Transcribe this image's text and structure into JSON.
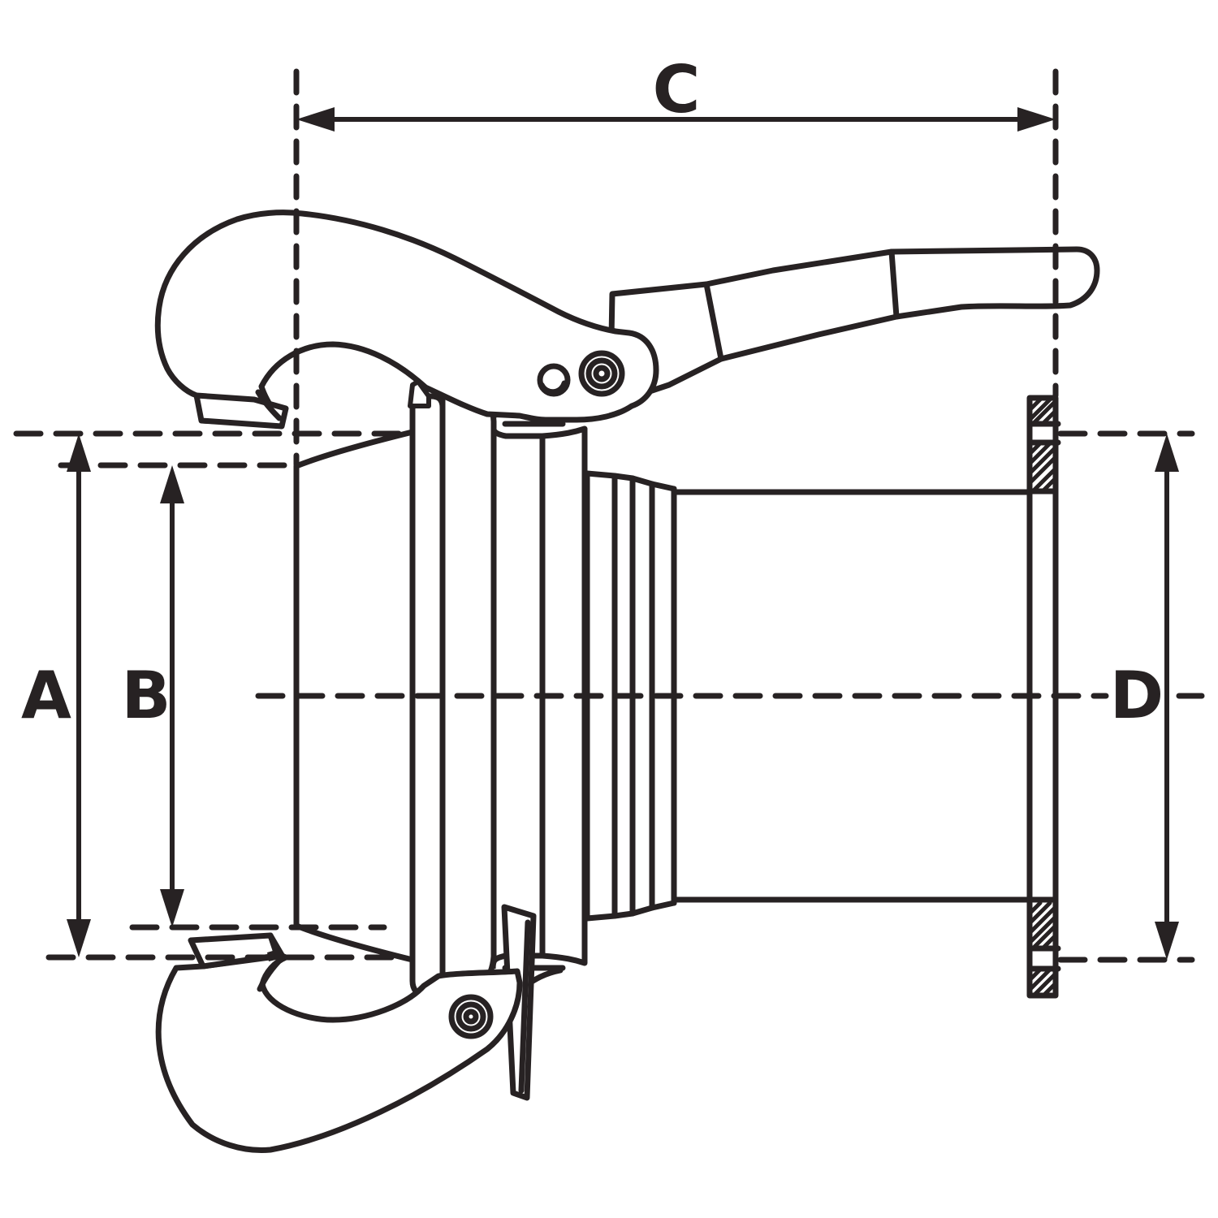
{
  "diagram": {
    "type": "technical-line-drawing",
    "subject": "lever-lock coupling with male flange end, side view with dimension lines",
    "ink_color": "#272223",
    "background_color": "#ffffff",
    "dimension_labels": {
      "a": "A",
      "b": "B",
      "c": "C",
      "d": "D"
    },
    "dimensions_meaning": {
      "a": "outer diameter at coupling mouth (vertical, far left)",
      "b": "inner diameter at coupling mouth (vertical, inner left)",
      "c": "overall length from coupling face to flange face (horizontal, top)",
      "d": "flange bolt-circle diameter (vertical, right)"
    }
  }
}
